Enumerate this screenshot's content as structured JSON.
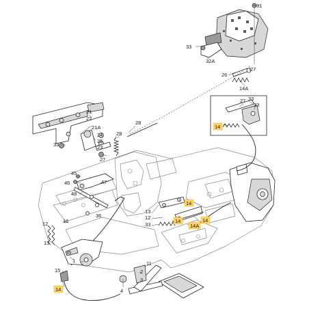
{
  "diagram": {
    "highlight_color": "#ffd466",
    "line_color": "#222222",
    "callouts": {
      "c1": "1",
      "c2": "2",
      "c3": "3",
      "c4": "4",
      "c11": "11",
      "c12": "12",
      "c13": "13",
      "c14_a": "14",
      "c14_b": "14",
      "c14_c": "14",
      "c14_d": "14",
      "c14_e": "14",
      "c14a_a": "14A",
      "c14a_b": "14A",
      "c15": "15",
      "c16": "16",
      "c21": "21",
      "c21a": "21A",
      "c22": "22",
      "c23": "23",
      "c24": "24",
      "c25": "25",
      "c26": "26",
      "c27_a": "27",
      "c27_b": "27",
      "c27_c": "27",
      "c28": "28",
      "c29": "29",
      "c31": "31",
      "c32a": "32A",
      "c33_a": "33",
      "c33_b": "33",
      "c33_c": "33",
      "c33_d": "33",
      "c35": "35",
      "c36": "36",
      "c45": "45",
      "c46": "46",
      "c47": "47",
      "c48": "48"
    }
  }
}
